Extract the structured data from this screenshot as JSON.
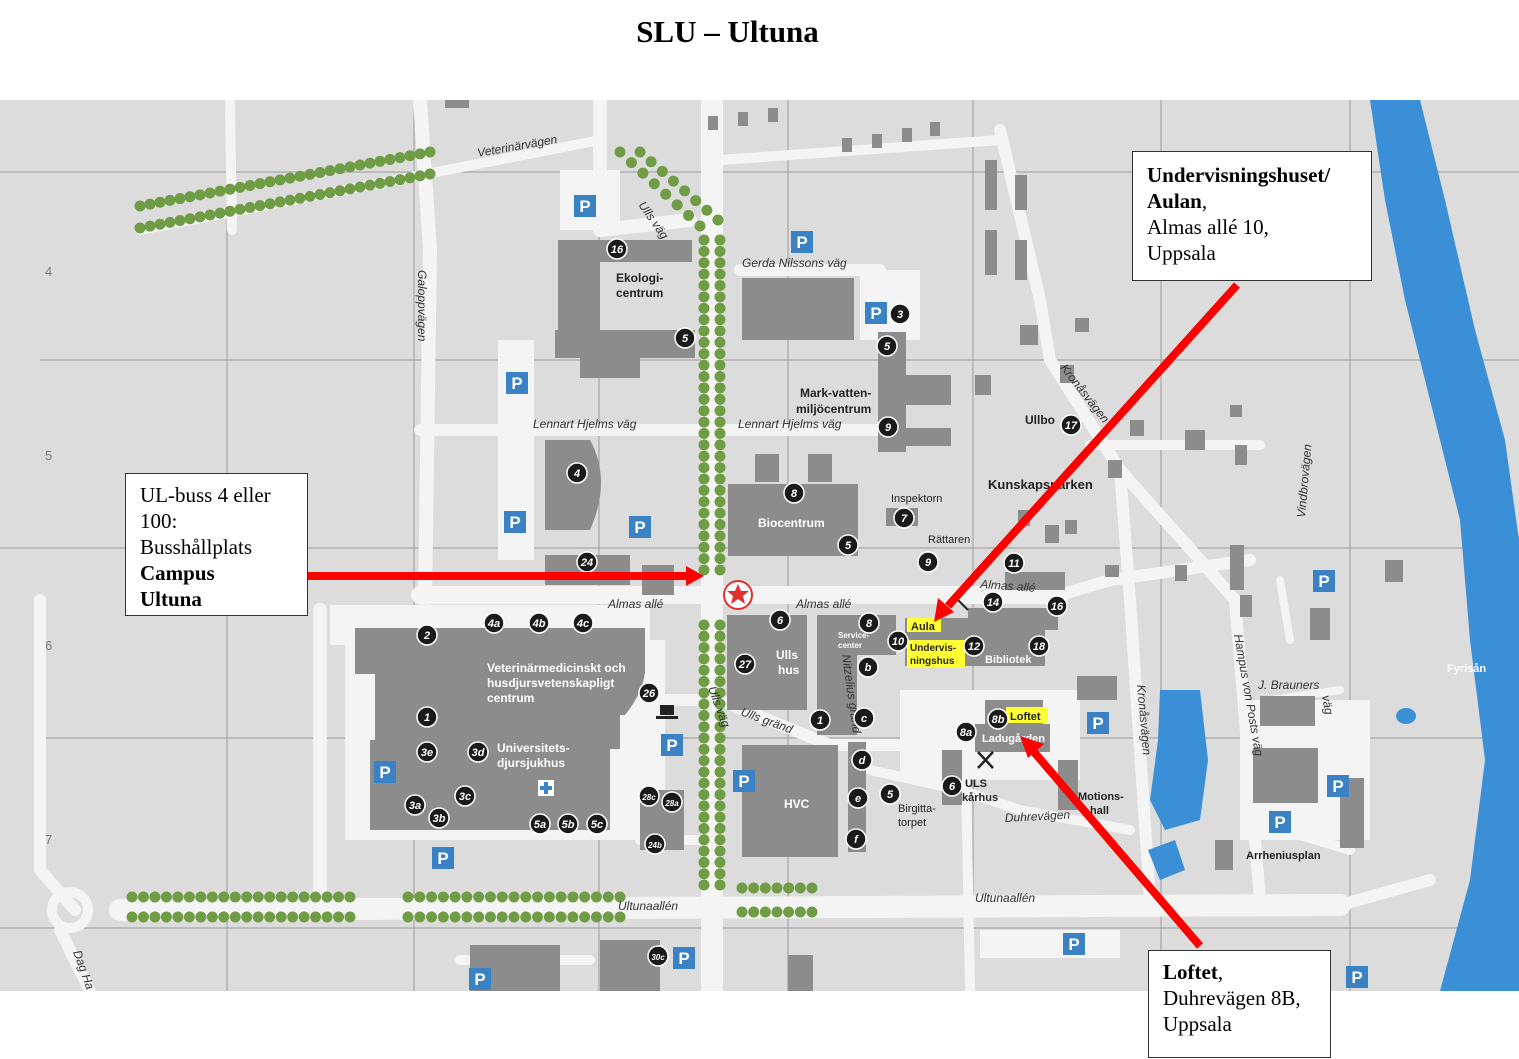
{
  "title": "SLU – Ultuna",
  "colors": {
    "background": "#dcdcdc",
    "road": "#f4f4f4",
    "building": "#8c8c8c",
    "river": "#3b8fd6",
    "tree": "#6f9c45",
    "parking": "#3b82c4",
    "arrow": "#ff0000",
    "highlight": "#ffff33",
    "marker": "#1a1a1a"
  },
  "grid_labels": [
    "4",
    "5",
    "6",
    "7"
  ],
  "roads": {
    "veterinarvagen": "Veterinärvägen",
    "ulls_vag_north": "Ulls väg",
    "gerda": "Gerda Nilssons väg",
    "galopp": "Galoppvägen",
    "lennart_west": "Lennart Hjelms väg",
    "lennart_east": "Lennart Hjelms väg",
    "almas_west": "Almas allé",
    "almas_mid": "Almas allé",
    "almas_east": "Almas allé",
    "kronasvagen_north": "Kronåsvägen",
    "vindbrovagen": "Vindbrovägen",
    "ulls_grand": "Ulls gränd",
    "ulls_vag_south": "Ulls väg",
    "nitzelius": "Nitzelius gränd",
    "hampus": "Hampus von Posts väg",
    "kronasvagen_south": "Kronåsvägen",
    "brauners": "J. Brauners",
    "brauners_vag": "väg",
    "duhrevagen": "Duhrevägen",
    "ultunaallen_west": "Ultunaallén",
    "ultunaallen_east": "Ultunaallén",
    "dag": "Dag Ha"
  },
  "places": {
    "ekologi_1": "Ekologi-",
    "ekologi_2": "centrum",
    "mark_1": "Mark-vatten-",
    "mark_2": "miljöcentrum",
    "ullbo": "Ullbo",
    "inspektorn": "Inspektorn",
    "kunskapsparken": "Kunskapsparken",
    "biocentrum": "Biocentrum",
    "rattaren": "Rättaren",
    "vet_1": "Veterinärmedicinskt och",
    "vet_2": "husdjursvetenskapligt",
    "vet_3": "centrum",
    "ulls_hus_1": "Ulls",
    "ulls_hus_2": "hus",
    "service_1": "Service-",
    "service_2": "center",
    "aula": "Aula",
    "undervis_1": "Undervis-",
    "undervis_2": "ningshus",
    "bibliotek": "Bibliotek",
    "loftet": "Loftet",
    "ladugarden": "Ladugården",
    "uds_1": "Universitets-",
    "uds_2": "djursjukhus",
    "hvc": "HVC",
    "uls_1": "ULS",
    "uls_2": "kårhus",
    "birgitta_1": "Birgitta-",
    "birgitta_2": "torpet",
    "motions_1": "Motions-",
    "motions_2": "hall",
    "fyrisan": "Fyrisån",
    "arrheniusplan": "Arrheniusplan"
  },
  "parking_label": "P",
  "building_numbers": [
    "16",
    "5",
    "3",
    "5",
    "9",
    "17",
    "4",
    "8",
    "7",
    "5",
    "9",
    "11",
    "24",
    "14",
    "16",
    "2",
    "4a",
    "4b",
    "4c",
    "6",
    "8",
    "10",
    "12",
    "18",
    "26",
    "27",
    "b",
    "1",
    "c",
    "8b",
    "1",
    "3e",
    "3d",
    "8a",
    "d",
    "3c",
    "6",
    "5",
    "e",
    "3a",
    "3b",
    "5a",
    "5b",
    "5c",
    "28c",
    "28a",
    "24b",
    "f",
    "30c"
  ],
  "callouts": {
    "bus": {
      "line1": "UL-buss 4 eller",
      "line2": "100:",
      "line3": "Busshållplats",
      "line4": "Campus",
      "line5": "Ultuna"
    },
    "aula": {
      "line1": "Undervisningshuset/",
      "line2_bold": "Aulan",
      "line2_rest": ",",
      "line3": "Almas allé 10,",
      "line4": "Uppsala"
    },
    "loftet": {
      "line1_bold": "Loftet",
      "line1_rest": ",",
      "line2": "Duhrevägen 8B,",
      "line3": "Uppsala"
    }
  }
}
